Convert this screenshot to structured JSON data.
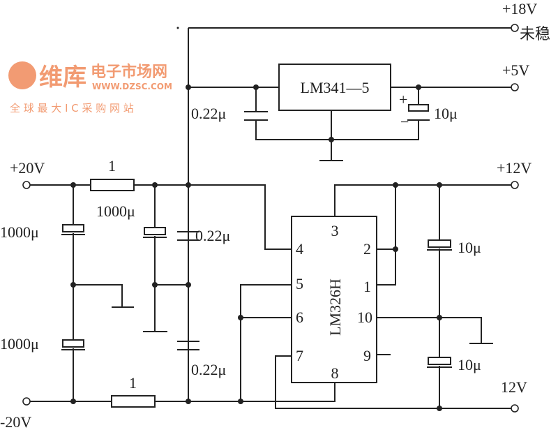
{
  "terminals": {
    "p18": "+18V",
    "unreg": "未稳",
    "p5": "+5V",
    "p20": "+20V",
    "p12": "+12V",
    "n20": "-20V",
    "n12": "12V"
  },
  "regulator": {
    "label": "LM341—5"
  },
  "ic": {
    "label": "LM326H",
    "pins": [
      "1",
      "2",
      "3",
      "4",
      "5",
      "6",
      "7",
      "8",
      "9",
      "10"
    ]
  },
  "components": {
    "r_top": "1",
    "r_bottom": "1",
    "c_reg_in": "0.22μ",
    "c_reg_out": "10μ",
    "c_in_top": "1000μ",
    "c_in_bottom": "1000μ",
    "c_mid": "1000μ",
    "c_bypass_top": "0.22μ",
    "c_bypass_bottom": "0.22μ",
    "c_out_top": "10μ",
    "c_out_bottom": "10μ",
    "pol_plus": "+",
    "pol_minus": "−"
  },
  "watermark": {
    "brand": "维库",
    "site_cn": "电子市场网",
    "url": "WWW.DZSC.COM",
    "tagline": "全 球 最 大 I C 采 购 网 站"
  }
}
